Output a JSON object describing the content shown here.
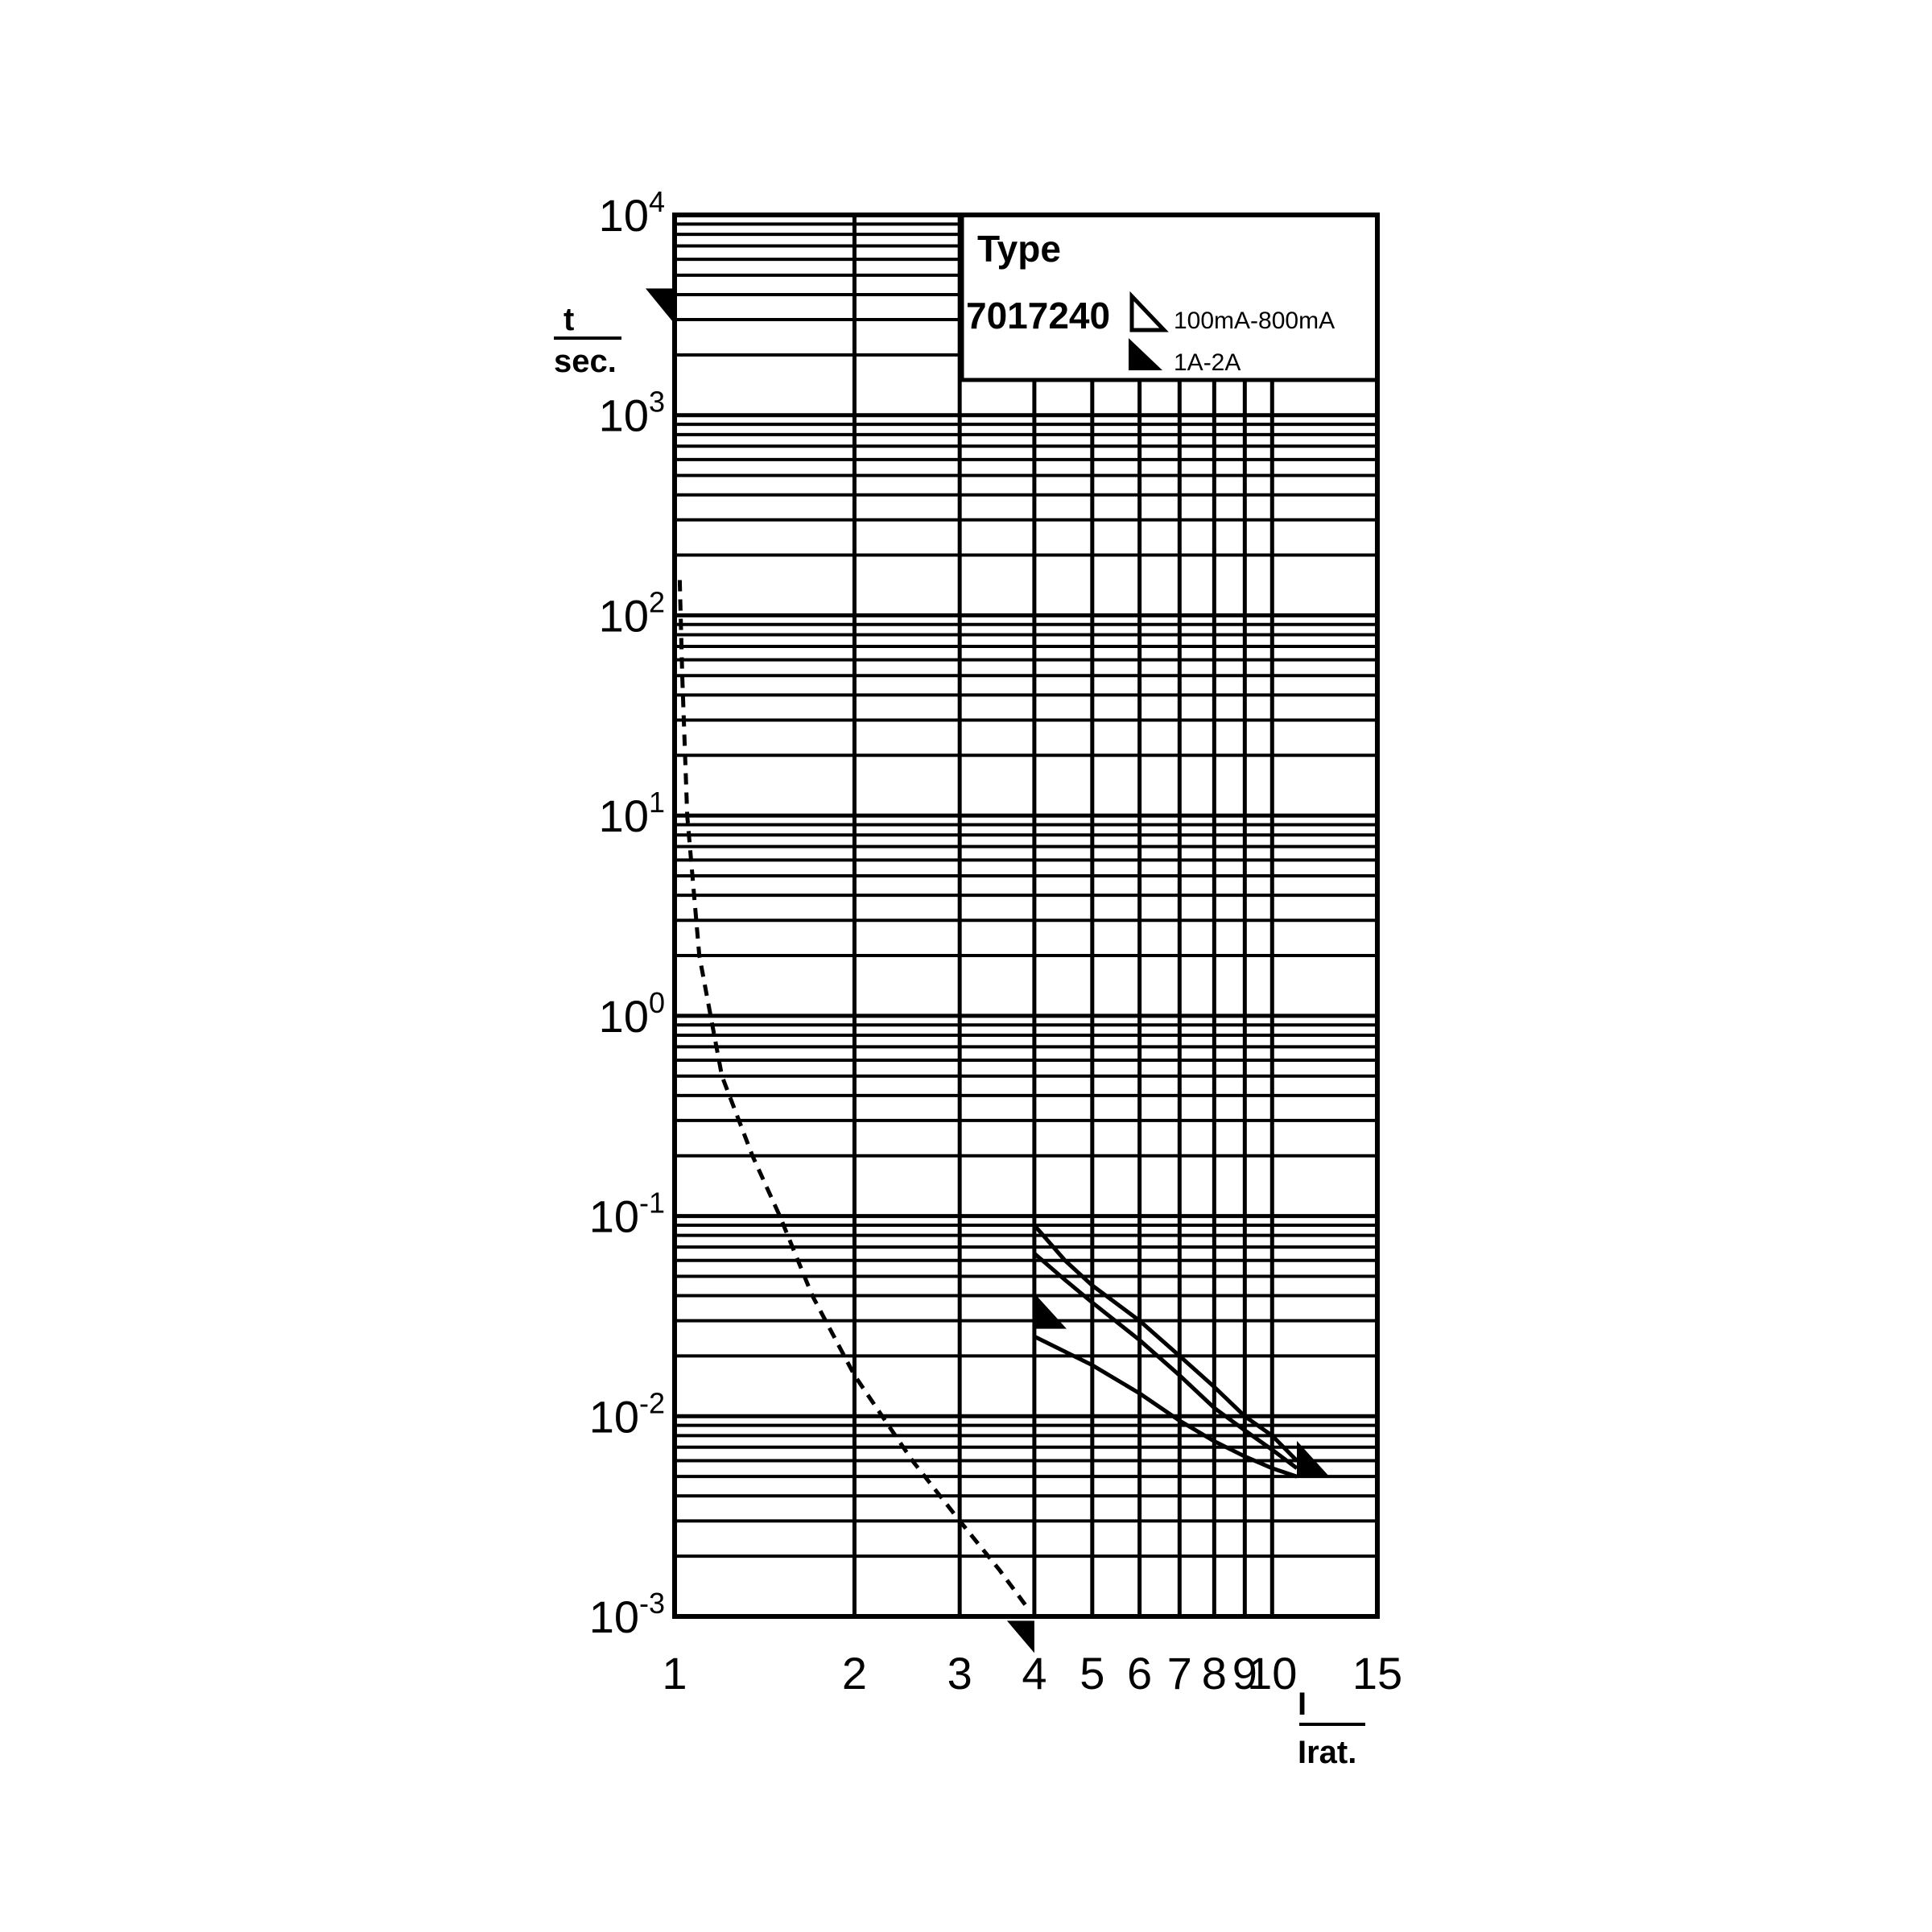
{
  "chart_data": {
    "type": "line",
    "x_scale": "log",
    "y_scale": "log",
    "xlim": [
      1,
      15
    ],
    "ylim": [
      0.001,
      10000
    ],
    "x_ticks": [
      "1",
      "2",
      "3",
      "4",
      "5",
      "6",
      "7",
      "8",
      "9",
      "10",
      "15"
    ],
    "y_ticks": [
      {
        "base": "10",
        "exp": "4",
        "value": 10000
      },
      {
        "base": "10",
        "exp": "3",
        "value": 1000
      },
      {
        "base": "10",
        "exp": "2",
        "value": 100
      },
      {
        "base": "10",
        "exp": "1",
        "value": 10
      },
      {
        "base": "10",
        "exp": "0",
        "value": 1
      },
      {
        "base": "10",
        "exp": "-1",
        "value": 0.1
      },
      {
        "base": "10",
        "exp": "-2",
        "value": 0.01
      },
      {
        "base": "10",
        "exp": "-3",
        "value": 0.001
      }
    ],
    "ylabel_top": "t",
    "ylabel_bottom": "sec.",
    "xlabel_top": "I",
    "xlabel_bottom": "Irat.",
    "grid": true,
    "legend": {
      "position": "top-right",
      "title": "Type",
      "type_number": "7017240",
      "entries": [
        {
          "label": "100mA-800mA",
          "marker": "open-triangle"
        },
        {
          "label": "1A-2A",
          "marker": "filled-triangle"
        }
      ]
    },
    "series": [
      {
        "style": "dashed",
        "points": [
          [
            1.02,
            150
          ],
          [
            1.03,
            50
          ],
          [
            1.05,
            10
          ],
          [
            1.1,
            2
          ],
          [
            1.2,
            0.5
          ],
          [
            1.35,
            0.2
          ],
          [
            1.5,
            0.1
          ],
          [
            1.7,
            0.04
          ],
          [
            2.0,
            0.016
          ],
          [
            2.5,
            0.006
          ],
          [
            3.0,
            0.003
          ],
          [
            3.5,
            0.0017
          ],
          [
            3.9,
            0.0011
          ]
        ]
      },
      {
        "style": "solid",
        "points": [
          [
            4.0,
            0.09
          ],
          [
            4.5,
            0.06
          ],
          [
            5.0,
            0.045
          ],
          [
            6.0,
            0.03
          ],
          [
            7.0,
            0.02
          ],
          [
            8.0,
            0.014
          ],
          [
            9.0,
            0.01
          ],
          [
            10.0,
            0.008
          ],
          [
            11.0,
            0.006
          ]
        ]
      },
      {
        "style": "solid",
        "points": [
          [
            4.0,
            0.065
          ],
          [
            4.5,
            0.048
          ],
          [
            5.0,
            0.037
          ],
          [
            6.0,
            0.024
          ],
          [
            7.0,
            0.016
          ],
          [
            8.0,
            0.011
          ],
          [
            9.0,
            0.0085
          ],
          [
            10.0,
            0.0068
          ],
          [
            11.0,
            0.0055
          ]
        ]
      },
      {
        "style": "solid",
        "points": [
          [
            4.0,
            0.025
          ],
          [
            5.0,
            0.018
          ],
          [
            6.0,
            0.013
          ],
          [
            7.0,
            0.0095
          ],
          [
            8.0,
            0.0075
          ],
          [
            9.0,
            0.0063
          ],
          [
            10.0,
            0.0055
          ],
          [
            11.0,
            0.005
          ]
        ]
      }
    ],
    "markers": [
      {
        "x": 1.0,
        "y": 3500,
        "type": "filled-triangle",
        "anchor": "left"
      },
      {
        "x": 4.0,
        "y": 0.0009,
        "type": "filled-triangle",
        "anchor": "below"
      },
      {
        "x": 4.0,
        "y": 0.03,
        "type": "filled-triangle",
        "anchor": "right"
      },
      {
        "x": 11.0,
        "y": 0.0055,
        "type": "filled-triangle",
        "anchor": "right"
      }
    ]
  }
}
